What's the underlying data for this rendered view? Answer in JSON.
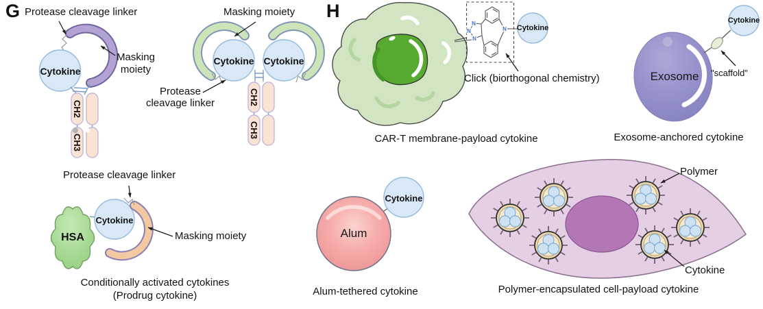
{
  "figure": {
    "panel_g": "G",
    "panel_h": "H"
  },
  "masked_fc": {
    "protease_linker": "Protease cleavage linker",
    "masking_line1": "Masking",
    "masking_line2": "moiety",
    "cytokine": "Cytokine",
    "ch2": "CH2",
    "ch3": "CH3"
  },
  "dual_masked_fc": {
    "masking": "Masking moiety",
    "protease_line1": "Protease",
    "protease_line2": "cleavage linker",
    "cytokine_left": "Cytokine",
    "cytokine_right": "Cytokine",
    "ch2": "CH2",
    "ch3": "CH3"
  },
  "car_t": {
    "cytokine": "Cytokine",
    "click": "Click (biorthogonal chemistry)",
    "caption": "CAR-T membrane-payload cytokine",
    "atoms": {
      "n1": "N",
      "n2": "N",
      "n3": "N",
      "n4": "N"
    }
  },
  "exosome": {
    "label": "Exosome",
    "cytokine": "Cytokine",
    "scaffold": "\"scaffold\"",
    "caption": "Exosome-anchored cytokine"
  },
  "prodrug": {
    "protease_linker": "Protease cleavage linker",
    "hsa": "HSA",
    "cytokine": "Cytokine",
    "masking": "Masking moiety",
    "caption_line1": "Conditionally activated cytokines",
    "caption_line2": "(Prodrug cytokine)"
  },
  "alum": {
    "label": "Alum",
    "cytokine": "Cytokine",
    "caption": "Alum-tethered cytokine"
  },
  "polymer_cell": {
    "polymer": "Polymer",
    "cytokine": "Cytokine",
    "caption": "Polymer-encapsulated cell-payload cytokine"
  },
  "colors": {
    "cytokine_fill": "#d9e8f6",
    "cytokine_stroke": "#95bade",
    "purple_mask": "#b3a2d4",
    "green_mask": "#cde4b8",
    "orange_mask": "#f2c9a0",
    "fc_pill": "#fbe3d4",
    "cart_cell": "#d1e5c3",
    "cart_nucleus": "#57a930",
    "exosome_body": "#908dc8",
    "alum": "#f4a6a4",
    "polymer_cell_fill": "#e5cfe4",
    "polymer_nucleus": "#b377b5",
    "nanoparticle": "#e9d6af",
    "nitrogen_blue": "#4472c4"
  }
}
